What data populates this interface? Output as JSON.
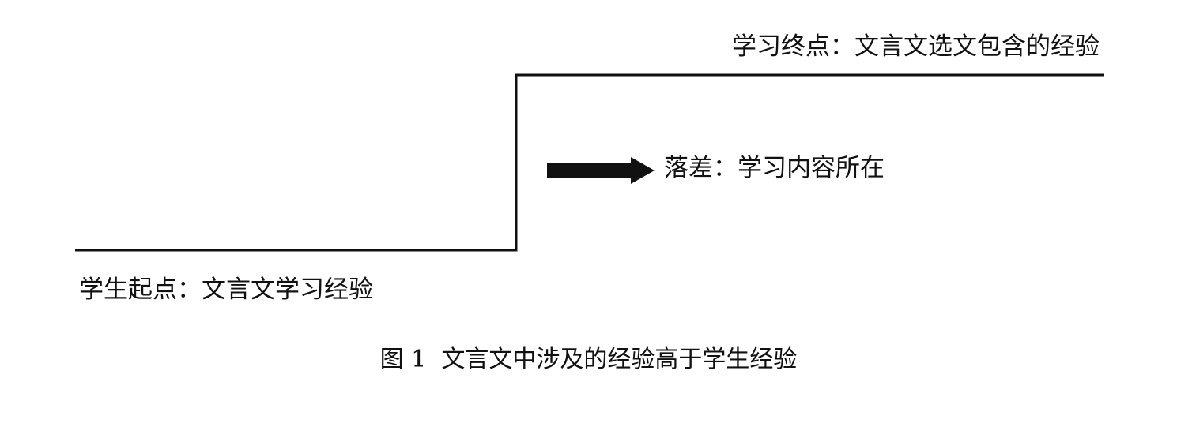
{
  "diagram": {
    "end_label": "学习终点：文言文选文包含的经验",
    "gap_label": "落差：学习内容所在",
    "start_label": "学生起点：文言文学习经验",
    "caption": {
      "number": "图 1",
      "text": "文言文中涉及的经验高于学生经验"
    }
  }
}
